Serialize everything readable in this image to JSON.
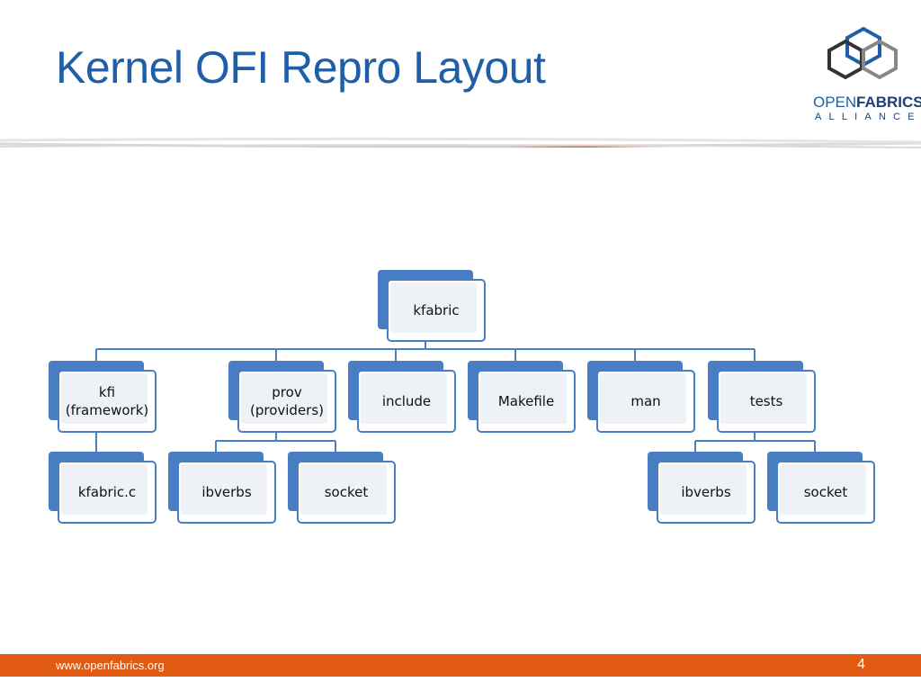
{
  "slide": {
    "title": "Kernel OFI Repro Layout",
    "logo": {
      "word1": "OPEN",
      "word2": "FABRICS",
      "word3": "ALLIANCE"
    },
    "footer": {
      "url": "www.openfabrics.org",
      "page_number": "4"
    }
  },
  "colors": {
    "title": "#1f5fa8",
    "node_border": "#4a7ec4",
    "node_back": "#4a7ec4",
    "node_inner": "#eef2f7",
    "connector": "#4a7ec4",
    "footer_bar": "#e05a12"
  },
  "tree": {
    "root": {
      "label": "kfabric"
    },
    "level1": [
      {
        "label": "kfi\n(framework)"
      },
      {
        "label": "prov\n(providers)"
      },
      {
        "label": "include"
      },
      {
        "label": "Makefile"
      },
      {
        "label": "man"
      },
      {
        "label": "tests"
      }
    ],
    "level2": {
      "kfi": [
        {
          "label": "kfabric.c"
        }
      ],
      "prov": [
        {
          "label": "ibverbs"
        },
        {
          "label": "socket"
        }
      ],
      "tests": [
        {
          "label": "ibverbs"
        },
        {
          "label": "socket"
        }
      ]
    }
  }
}
